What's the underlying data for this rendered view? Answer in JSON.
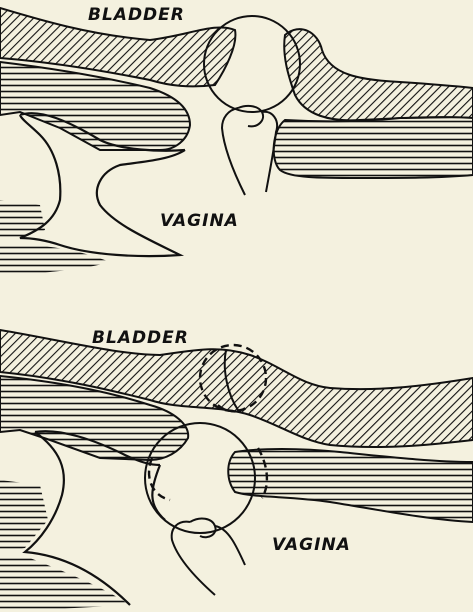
{
  "figures": [
    {
      "labels": {
        "top": "BLADDER",
        "bottom": "VAGINA"
      }
    },
    {
      "labels": {
        "top": "BLADDER",
        "bottom": "VAGINA"
      }
    }
  ],
  "colors": {
    "ink": "#111111",
    "paper": "#f4f1df"
  }
}
